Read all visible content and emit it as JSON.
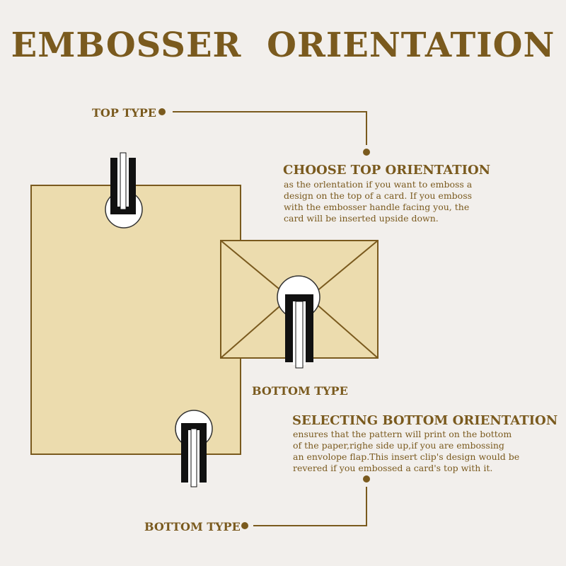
{
  "title": "EMBOSSER   ORIENTATION",
  "labels": {
    "top_type": "TOP TYPE",
    "bottom_type_middle": "BOTTOM TYPE",
    "bottom_type_lower": "BOTTOM TYPE"
  },
  "top_orientation": {
    "heading": "CHOOSE TOP ORIENTATION",
    "lines": [
      "as the orlentation if you want to emboss a",
      "design on the top of a card. If you emboss",
      "with the embosser handle facing you, the",
      "card will be inserted upside down."
    ]
  },
  "bottom_orientation": {
    "heading": "SELECTING BOTTOM ORIENTATION",
    "lines": [
      "ensures that the pattern will print on the bottom",
      "of the paper,righe side up,if you are embossing",
      "an envolope flap.This insert clip's design would be",
      "revered if you embossed a card's top with it."
    ]
  },
  "colors": {
    "background": "#f2efec",
    "text": "#7a5a1e",
    "card_fill": "#ecdcae",
    "card_stroke": "#7a5a1e",
    "clip": "#111111"
  }
}
